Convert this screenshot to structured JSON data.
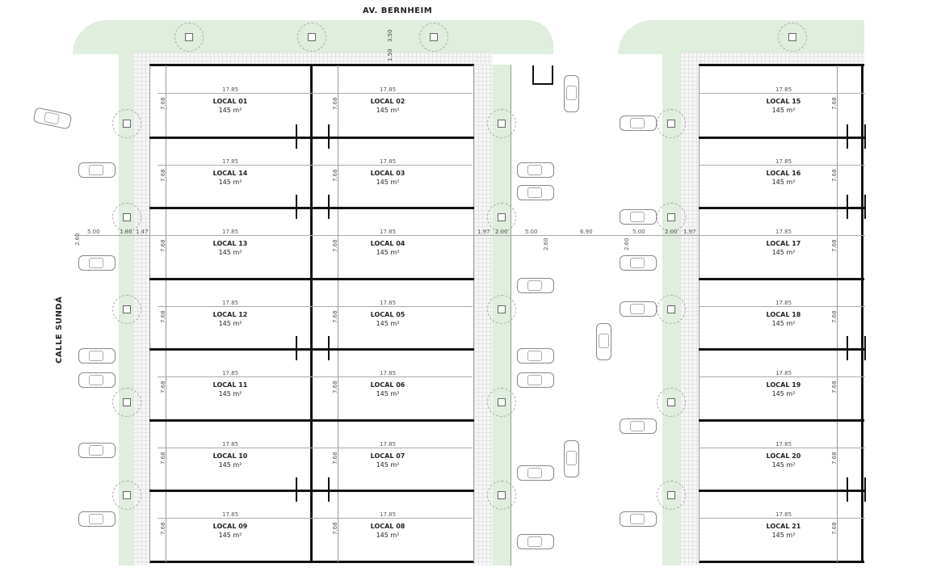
{
  "streets": {
    "top": "AV. BERNHEIM",
    "left": "CALLE SUNDÁ"
  },
  "unit_area": "145 m²",
  "unit_width_dim": "17.85",
  "unit_depth_dim": "7.68",
  "units": {
    "left_column": [
      "LOCAL 01",
      "LOCAL 14",
      "LOCAL 13",
      "LOCAL 12",
      "LOCAL 11",
      "LOCAL 10",
      "LOCAL 09"
    ],
    "center_column": [
      "LOCAL 02",
      "LOCAL 03",
      "LOCAL 04",
      "LOCAL 05",
      "LOCAL 06",
      "LOCAL 07",
      "LOCAL 08"
    ],
    "right_column": [
      "LOCAL 15",
      "LOCAL 16",
      "LOCAL 17",
      "LOCAL 18",
      "LOCAL 19",
      "LOCAL 20",
      "LOCAL 21"
    ]
  },
  "dimensions": {
    "top_sidewalk": "3.50",
    "top_paved": "1.50",
    "row_dims": [
      "5.00",
      "1.80",
      "1.47",
      "1.97",
      "2.00",
      "5.00",
      "6.90",
      "5.00",
      "2.00",
      "1.97"
    ],
    "parking_depth": [
      "2.60",
      "2.60",
      "2.60"
    ]
  }
}
